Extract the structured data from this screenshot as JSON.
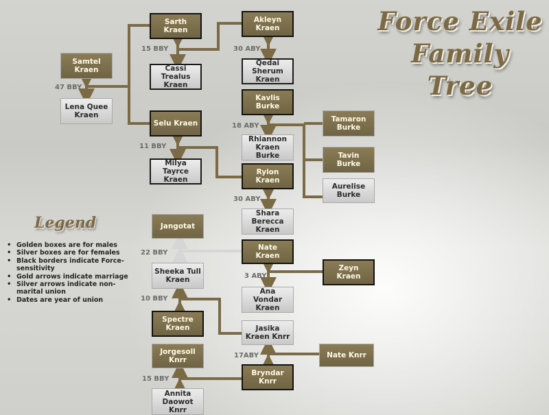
{
  "title": {
    "line1": "Force Exile",
    "line2": "Family Tree"
  },
  "colors": {
    "male_box": "#7b6f4c",
    "female_box": "#dcdcdc",
    "marriage_arrow": "#7a6a45",
    "nonmarital_arrow": "#d6d6d6"
  },
  "people": [
    {
      "id": "samtel",
      "name": "Samtel\nKraen",
      "gender": "male",
      "force": false
    },
    {
      "id": "lena",
      "name": "Lena Quee\nKraen",
      "gender": "female",
      "force": false
    },
    {
      "id": "sarth",
      "name": "Sarth Kraen",
      "gender": "male",
      "force": true
    },
    {
      "id": "cassi",
      "name": "Cassi\nTrealus\nKraen",
      "gender": "female",
      "force": true
    },
    {
      "id": "akleyn",
      "name": "Akleyn\nKraen",
      "gender": "male",
      "force": true
    },
    {
      "id": "qedai",
      "name": "Qedai\nSherum\nKraen",
      "gender": "female",
      "force": true
    },
    {
      "id": "selu",
      "name": "Selu Kraen",
      "gender": "male",
      "force": true
    },
    {
      "id": "milya",
      "name": "Milya\nTayrce\nKraen",
      "gender": "female",
      "force": true
    },
    {
      "id": "kavlis",
      "name": "Kavlis\nBurke",
      "gender": "male",
      "force": true
    },
    {
      "id": "rhiannon",
      "name": "Rhiannon\nKraen\nBurke",
      "gender": "female",
      "force": false
    },
    {
      "id": "ryion",
      "name": "Ryion\nKraen",
      "gender": "male",
      "force": true
    },
    {
      "id": "tamaron",
      "name": "Tamaron\nBurke",
      "gender": "male",
      "force": false
    },
    {
      "id": "tavin",
      "name": "Tavin Burke",
      "gender": "male",
      "force": false
    },
    {
      "id": "aurelise",
      "name": "Aurelise\nBurke",
      "gender": "female",
      "force": false
    },
    {
      "id": "shara",
      "name": "Shara\nBerecca\nKraen",
      "gender": "female",
      "force": false
    },
    {
      "id": "jangotat",
      "name": "Jangotat",
      "gender": "male",
      "force": false
    },
    {
      "id": "nate_kraen",
      "name": "Nate Kraen",
      "gender": "male",
      "force": true
    },
    {
      "id": "sheeka",
      "name": "Sheeka Tull\nKraen",
      "gender": "female",
      "force": false
    },
    {
      "id": "zeyn",
      "name": "Zeyn Kraen",
      "gender": "male",
      "force": true
    },
    {
      "id": "ana",
      "name": "Ana Vondar\nKraen",
      "gender": "female",
      "force": false
    },
    {
      "id": "spectre",
      "name": "Spectre\nKraen",
      "gender": "male",
      "force": true
    },
    {
      "id": "jasika",
      "name": "Jasika\nKraen Knrr",
      "gender": "female",
      "force": false
    },
    {
      "id": "jorgesoll",
      "name": "Jorgesoll\nKnrr",
      "gender": "male",
      "force": false
    },
    {
      "id": "nate_knrr",
      "name": "Nate Knrr",
      "gender": "male",
      "force": false
    },
    {
      "id": "bryndar",
      "name": "Bryndar\nKnrr",
      "gender": "male",
      "force": true
    },
    {
      "id": "annita",
      "name": "Annita\nDaowot\nKnrr",
      "gender": "female",
      "force": false
    }
  ],
  "unions": [
    {
      "id": "u_samtel",
      "partners": [
        "samtel",
        "lena"
      ],
      "date": "47 BBY",
      "type": "marriage"
    },
    {
      "id": "u_sarth",
      "partners": [
        "sarth",
        "cassi"
      ],
      "date": "15 BBY",
      "type": "marriage"
    },
    {
      "id": "u_akleyn",
      "partners": [
        "akleyn",
        "qedai"
      ],
      "date": "30 ABY",
      "type": "marriage"
    },
    {
      "id": "u_selu",
      "partners": [
        "selu",
        "milya"
      ],
      "date": "11 BBY",
      "type": "marriage"
    },
    {
      "id": "u_kavlis",
      "partners": [
        "kavlis",
        "rhiannon"
      ],
      "date": "18 ABY",
      "type": "marriage"
    },
    {
      "id": "u_ryion",
      "partners": [
        "ryion",
        "shara"
      ],
      "date": "30 ABY",
      "type": "marriage"
    },
    {
      "id": "u_jangotat",
      "partners": [
        "jangotat",
        "sheeka"
      ],
      "date": "22 BBY",
      "type": "non-marital"
    },
    {
      "id": "u_nate",
      "partners": [
        "nate_kraen",
        "ana"
      ],
      "date": "3 ABY",
      "type": "marriage"
    },
    {
      "id": "u_spectre",
      "partners": [
        "spectre",
        "sheeka"
      ],
      "date": "10 BBY",
      "type": "marriage"
    },
    {
      "id": "u_bryndar",
      "partners": [
        "bryndar",
        "jasika"
      ],
      "date": "17ABY",
      "type": "marriage"
    },
    {
      "id": "u_jorgesoll",
      "partners": [
        "jorgesoll",
        "annita"
      ],
      "date": "15 BBY",
      "type": "marriage"
    }
  ],
  "legend": {
    "heading": "Legend",
    "items": [
      "Golden boxes are for males",
      "Silver boxes are for females",
      "Black borders indicate Force-sensitivity",
      "Gold arrows indicate marriage",
      "Silver arrows indicate non-marital union",
      "Dates are year of union"
    ]
  }
}
